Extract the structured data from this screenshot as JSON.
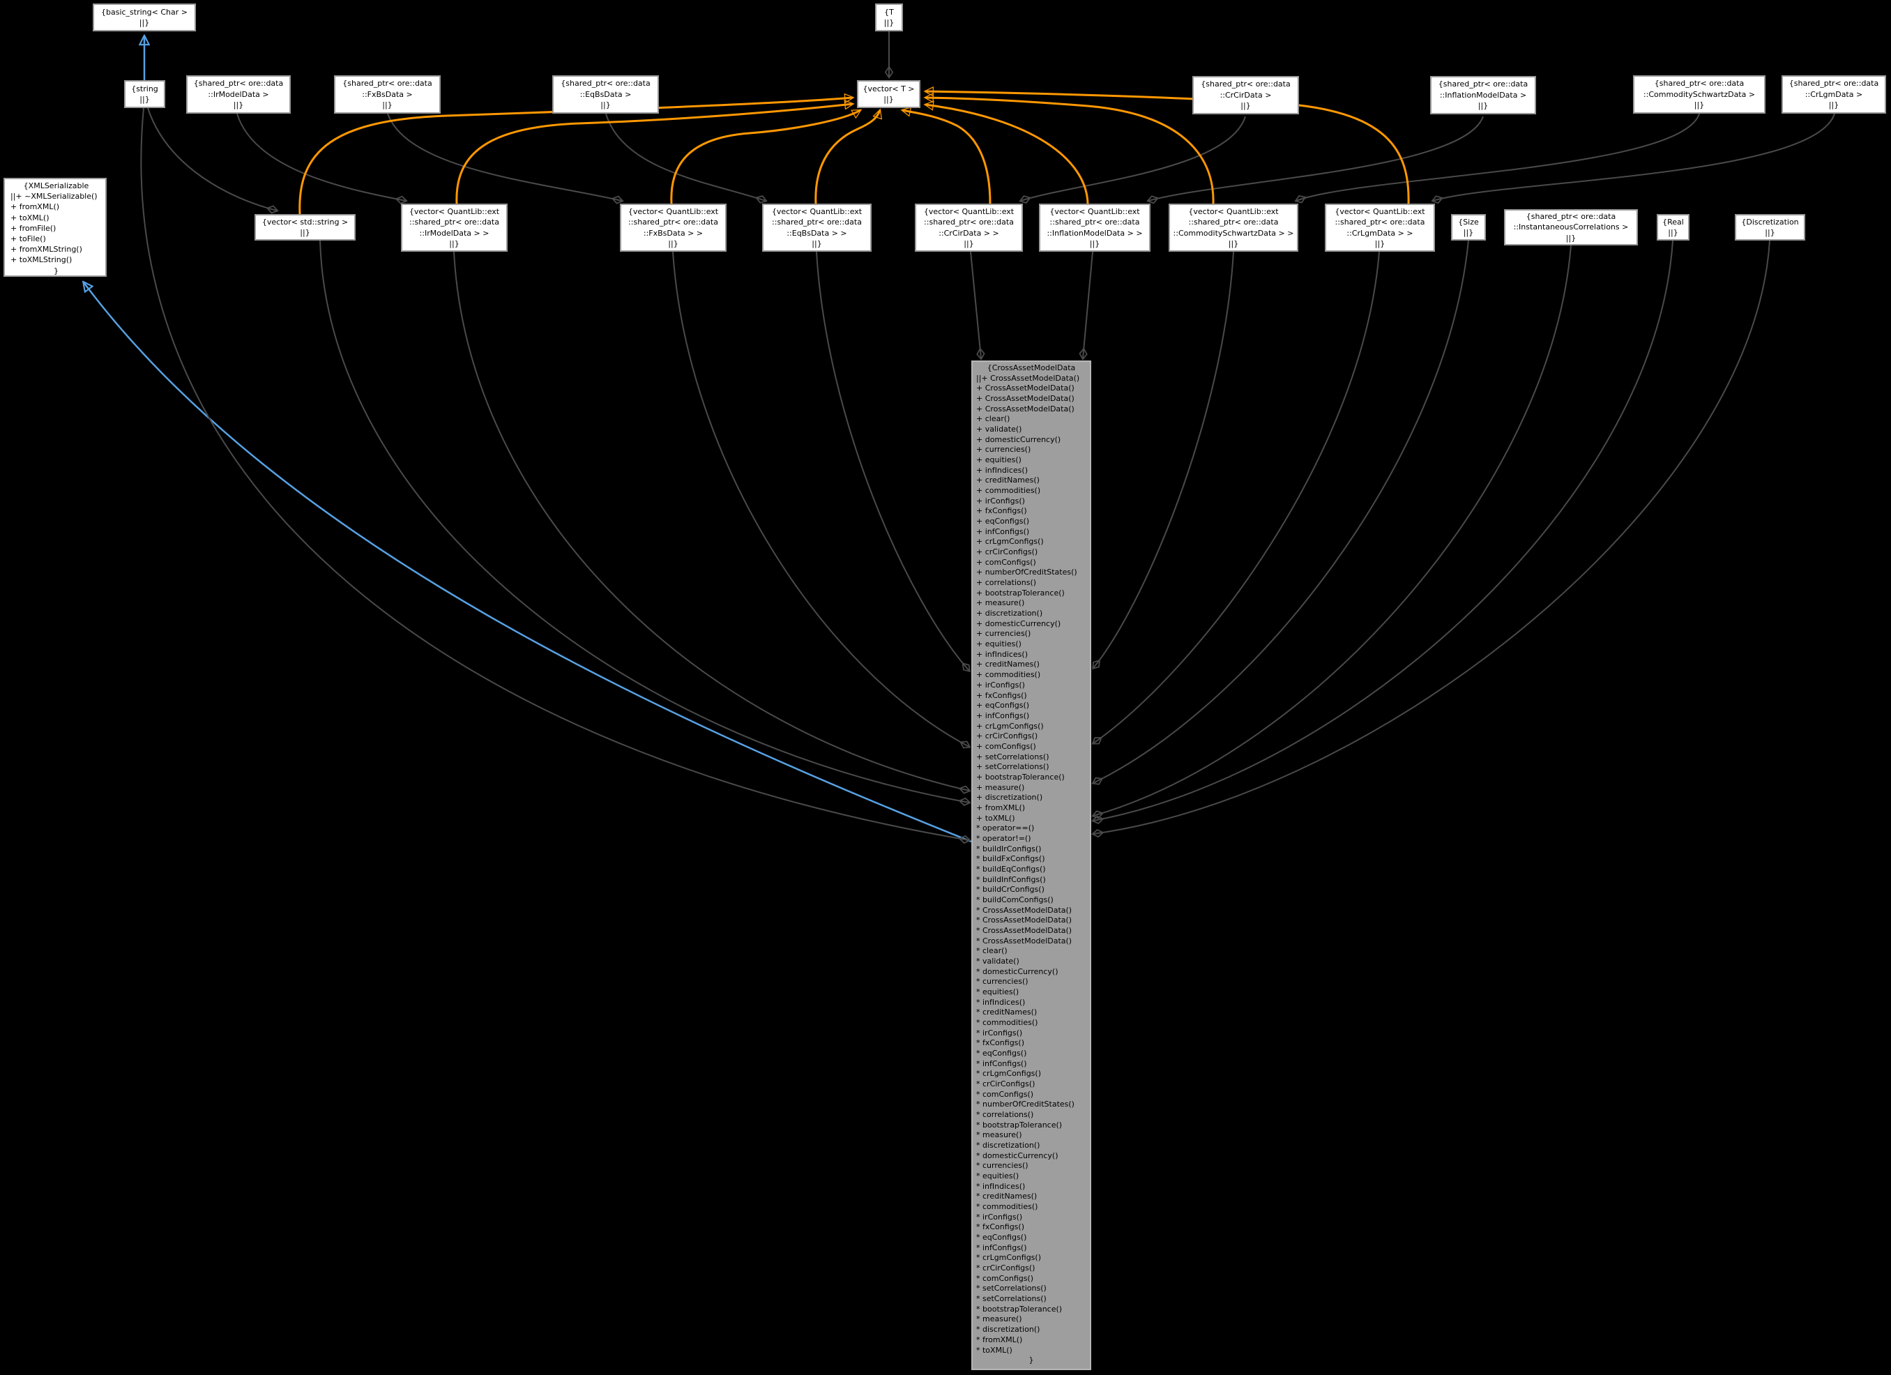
{
  "diagram_type": "doxygen-collaboration-graph",
  "colors": {
    "background": "#000000",
    "box_fill": "#ffffff",
    "box_border": "#9a9a9a",
    "central_fill": "#9e9e9e",
    "central_border": "#b6b6b6",
    "edge_gray": "#4a4a4a",
    "edge_orange": "#ff9800",
    "edge_blue": "#57a1e3",
    "text": "#000000"
  },
  "nodes": {
    "basic-string": {
      "lines": [
        "{basic_string< Char >",
        "||}"
      ]
    },
    "t": {
      "lines": [
        "{T",
        "||}"
      ]
    },
    "string": {
      "lines": [
        "{string",
        "||}"
      ]
    },
    "shared-ptr-ir-model-data": {
      "lines": [
        "{shared_ptr< ore::data",
        "::IrModelData >",
        "||}"
      ]
    },
    "shared-ptr-fx-bs-data": {
      "lines": [
        "{shared_ptr< ore::data",
        "::FxBsData >",
        "||}"
      ]
    },
    "shared-ptr-eq-bs-data": {
      "lines": [
        "{shared_ptr< ore::data",
        "::EqBsData >",
        "||}"
      ]
    },
    "vector-t": {
      "lines": [
        "{vector< T >",
        "||}"
      ]
    },
    "shared-ptr-cr-cir-data": {
      "lines": [
        "{shared_ptr< ore::data",
        "::CrCirData >",
        "||}"
      ]
    },
    "shared-ptr-inflation-model-data": {
      "lines": [
        "{shared_ptr< ore::data",
        "::InflationModelData >",
        "||}"
      ]
    },
    "shared-ptr-commodity-schwartz-data": {
      "lines": [
        "{shared_ptr< ore::data",
        "::CommoditySchwartzData >",
        "||}"
      ]
    },
    "shared-ptr-cr-lgm-data": {
      "lines": [
        "{shared_ptr< ore::data",
        "::CrLgmData >",
        "||}"
      ]
    },
    "vector-std-string": {
      "lines": [
        "{vector< std::string >",
        "||}"
      ]
    },
    "vector-ir-model-data": {
      "lines": [
        "{vector< QuantLib::ext",
        "::shared_ptr< ore::data",
        "::IrModelData > >",
        "||}"
      ]
    },
    "vector-fx-bs-data": {
      "lines": [
        "{vector< QuantLib::ext",
        "::shared_ptr< ore::data",
        "::FxBsData > >",
        "||}"
      ]
    },
    "vector-eq-bs-data": {
      "lines": [
        "{vector< QuantLib::ext",
        "::shared_ptr< ore::data",
        "::EqBsData > >",
        "||}"
      ]
    },
    "vector-cr-cir-data": {
      "lines": [
        "{vector< QuantLib::ext",
        "::shared_ptr< ore::data",
        "::CrCirData > >",
        "||}"
      ]
    },
    "vector-inflation-model-data": {
      "lines": [
        "{vector< QuantLib::ext",
        "::shared_ptr< ore::data",
        "::InflationModelData > >",
        "||}"
      ]
    },
    "vector-commodity-schwartz-data": {
      "lines": [
        "{vector< QuantLib::ext",
        "::shared_ptr< ore::data",
        "::CommoditySchwartzData > >",
        "||}"
      ]
    },
    "vector-cr-lgm-data": {
      "lines": [
        "{vector< QuantLib::ext",
        "::shared_ptr< ore::data",
        "::CrLgmData > >",
        "||}"
      ]
    },
    "size": {
      "lines": [
        "{Size",
        "||}"
      ]
    },
    "shared-ptr-instantaneous-correlations": {
      "lines": [
        "{shared_ptr< ore::data",
        "::InstantaneousCorrelations >",
        "||}"
      ]
    },
    "real": {
      "lines": [
        "{Real",
        "||}"
      ]
    },
    "discretization": {
      "lines": [
        "{Discretization",
        "||}"
      ]
    }
  },
  "xml_serializable": {
    "title": "{XMLSerializable",
    "members": [
      "||+ ~XMLSerializable()",
      "+ fromXML()",
      "+ toXML()",
      "+ fromFile()",
      "+ toFile()",
      "+ fromXMLString()",
      "+ toXMLString()"
    ],
    "closing": "}"
  },
  "central": {
    "title": "{CrossAssetModelData",
    "public_members": [
      "||+ CrossAssetModelData()",
      "+ CrossAssetModelData()",
      "+ CrossAssetModelData()",
      "+ CrossAssetModelData()",
      "+ clear()",
      "+ validate()",
      "+ domesticCurrency()",
      "+ currencies()",
      "+ equities()",
      "+ infIndices()",
      "+ creditNames()",
      "+ commodities()",
      "+ irConfigs()",
      "+ fxConfigs()",
      "+ eqConfigs()",
      "+ infConfigs()",
      "+ crLgmConfigs()",
      "+ crCirConfigs()",
      "+ comConfigs()",
      "+ numberOfCreditStates()",
      "+ correlations()",
      "+ bootstrapTolerance()",
      "+ measure()",
      "+ discretization()",
      "+ domesticCurrency()",
      "+ currencies()",
      "+ equities()",
      "+ infIndices()",
      "+ creditNames()",
      "+ commodities()",
      "+ irConfigs()",
      "+ fxConfigs()",
      "+ eqConfigs()",
      "+ infConfigs()",
      "+ crLgmConfigs()",
      "+ crCirConfigs()",
      "+ comConfigs()",
      "+ setCorrelations()",
      "+ setCorrelations()",
      "+ bootstrapTolerance()",
      "+ measure()",
      "+ discretization()",
      "+ fromXML()",
      "+ toXML()"
    ],
    "private_members": [
      "* operator==()",
      "* operator!=()",
      "* buildIrConfigs()",
      "* buildFxConfigs()",
      "* buildEqConfigs()",
      "* buildInfConfigs()",
      "* buildCrConfigs()",
      "* buildComConfigs()",
      "* CrossAssetModelData()",
      "* CrossAssetModelData()",
      "* CrossAssetModelData()",
      "* CrossAssetModelData()",
      "* clear()",
      "* validate()",
      "* domesticCurrency()",
      "* currencies()",
      "* equities()",
      "* infIndices()",
      "* creditNames()",
      "* commodities()",
      "* irConfigs()",
      "* fxConfigs()",
      "* eqConfigs()",
      "* infConfigs()",
      "* crLgmConfigs()",
      "* crCirConfigs()",
      "* comConfigs()",
      "* numberOfCreditStates()",
      "* correlations()",
      "* bootstrapTolerance()",
      "* measure()",
      "* discretization()",
      "* domesticCurrency()",
      "* currencies()",
      "* equities()",
      "* infIndices()",
      "* creditNames()",
      "* commodities()",
      "* irConfigs()",
      "* fxConfigs()",
      "* eqConfigs()",
      "* infConfigs()",
      "* crLgmConfigs()",
      "* crCirConfigs()",
      "* comConfigs()",
      "* setCorrelations()",
      "* setCorrelations()",
      "* bootstrapTolerance()",
      "* measure()",
      "* discretization()",
      "* fromXML()",
      "* toXML()"
    ],
    "closing": "}"
  }
}
